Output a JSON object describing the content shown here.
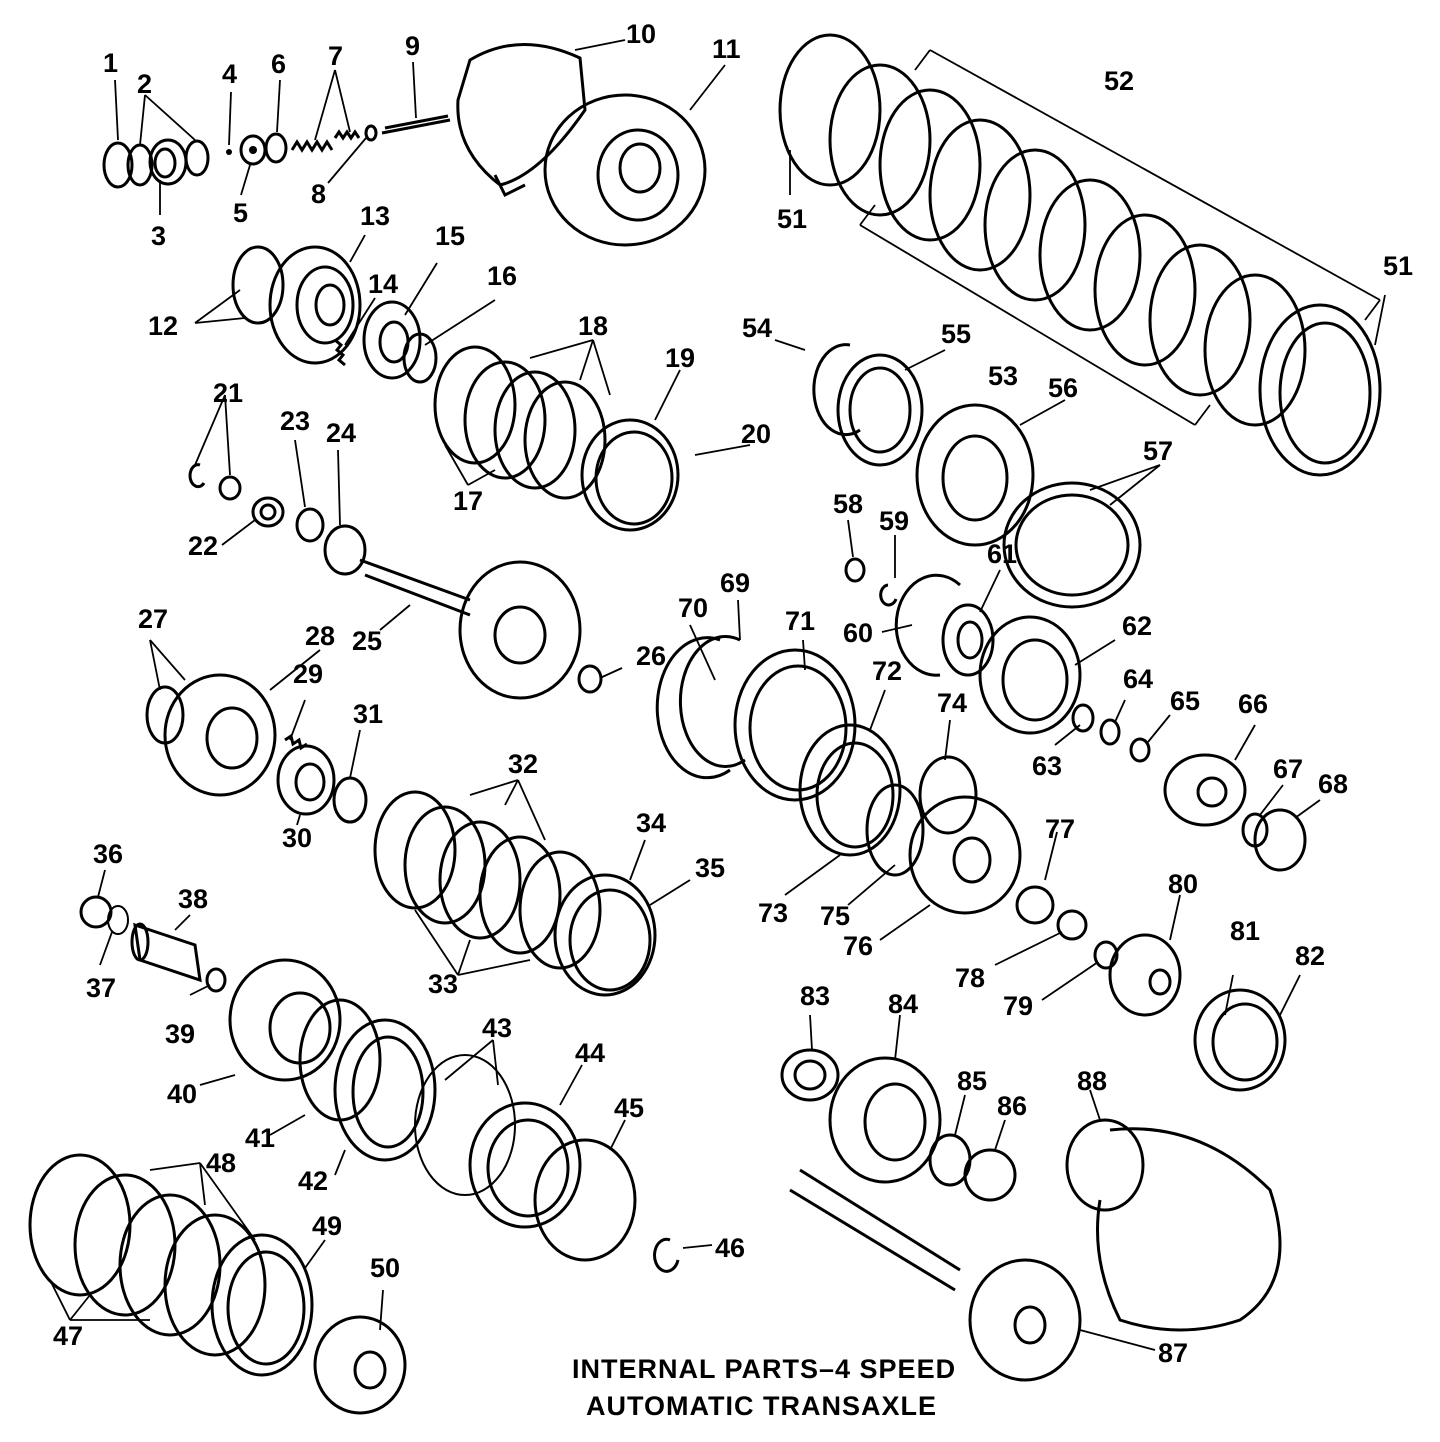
{
  "caption": {
    "line1": "INTERNAL PARTS–4 SPEED",
    "line2": "AUTOMATIC TRANSAXLE"
  },
  "callouts": [
    "1",
    "2",
    "3",
    "4",
    "5",
    "6",
    "7",
    "8",
    "9",
    "10",
    "11",
    "12",
    "13",
    "14",
    "15",
    "16",
    "17",
    "18",
    "19",
    "20",
    "21",
    "22",
    "23",
    "24",
    "25",
    "26",
    "27",
    "28",
    "29",
    "30",
    "31",
    "32",
    "33",
    "34",
    "35",
    "36",
    "37",
    "38",
    "39",
    "40",
    "41",
    "42",
    "43",
    "44",
    "45",
    "46",
    "47",
    "48",
    "49",
    "50",
    "51",
    "52",
    "53",
    "54",
    "55",
    "56",
    "57",
    "58",
    "59",
    "60",
    "61",
    "62",
    "63",
    "64",
    "65",
    "66",
    "67",
    "68",
    "69",
    "70",
    "71",
    "72",
    "73",
    "74",
    "75",
    "76",
    "77",
    "78",
    "79",
    "80",
    "81",
    "82",
    "83",
    "84",
    "85",
    "86",
    "87",
    "88"
  ],
  "callout_51_second": "51",
  "colors": {
    "ink": "#000000",
    "paper": "#ffffff"
  }
}
